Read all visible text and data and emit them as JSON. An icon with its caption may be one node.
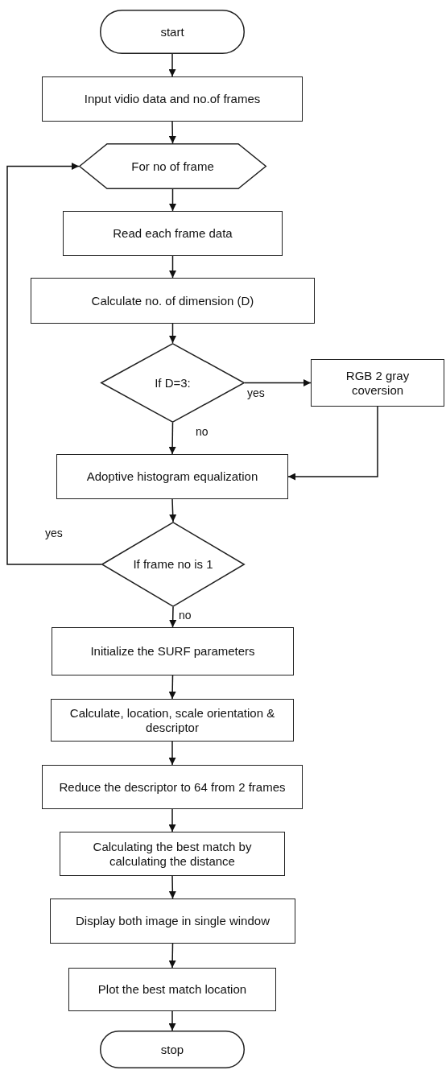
{
  "diagram": {
    "nodes": [
      {
        "text": [
          "start"
        ]
      },
      {
        "text": [
          "Input vidio data and no.of frames"
        ]
      },
      {
        "text": [
          "For no of frame"
        ]
      },
      {
        "text": [
          "Read each frame data"
        ]
      },
      {
        "text": [
          "Calculate no. of dimension (D)"
        ]
      },
      {
        "text": [
          "If D=3:"
        ]
      },
      {
        "text": [
          "RGB 2 gray coversion"
        ]
      },
      {
        "text": [
          "Adoptive histogram equalization"
        ]
      },
      {
        "text": [
          "If frame no is 1"
        ]
      },
      {
        "text": [
          "Initialize the SURF parameters"
        ]
      },
      {
        "text": [
          "Calculate, location, scale orientation & descriptor"
        ]
      },
      {
        "text": [
          "Reduce the descriptor to 64 from 2 frames"
        ]
      },
      {
        "text": [
          "Calculating the best match by calculating the distance"
        ]
      },
      {
        "text": [
          "Display both image in single window"
        ]
      },
      {
        "text": [
          "Plot the best  match location"
        ]
      },
      {
        "text": [
          "stop"
        ]
      }
    ],
    "edges": [
      {
        "from": 0,
        "to": 1,
        "arrow": "to"
      },
      {
        "from": 1,
        "to": 2,
        "arrow": "to"
      },
      {
        "from": 2,
        "to": 3,
        "arrow": "to"
      },
      {
        "from": 3,
        "to": 4,
        "arrow": "to"
      },
      {
        "from": 4,
        "to": 5,
        "arrow": "to"
      },
      {
        "from": 5,
        "to": 6,
        "arrow": "to",
        "label": "yes"
      },
      {
        "from": 5,
        "to": 7,
        "arrow": "to",
        "label": "no"
      },
      {
        "from": 6,
        "to": 7,
        "arrow": "to"
      },
      {
        "from": 7,
        "to": 8,
        "arrow": "to"
      },
      {
        "from": 8,
        "to": 2,
        "arrow": "to",
        "label": "yes"
      },
      {
        "from": 8,
        "to": 9,
        "arrow": "to",
        "label": "no"
      },
      {
        "from": 9,
        "to": 10,
        "arrow": "to"
      },
      {
        "from": 10,
        "to": 11,
        "arrow": "to"
      },
      {
        "from": 11,
        "to": 12,
        "arrow": "to"
      },
      {
        "from": 12,
        "to": 13,
        "arrow": "to"
      },
      {
        "from": 13,
        "to": 14,
        "arrow": "to"
      },
      {
        "from": 14,
        "to": 15,
        "arrow": "to"
      }
    ]
  }
}
